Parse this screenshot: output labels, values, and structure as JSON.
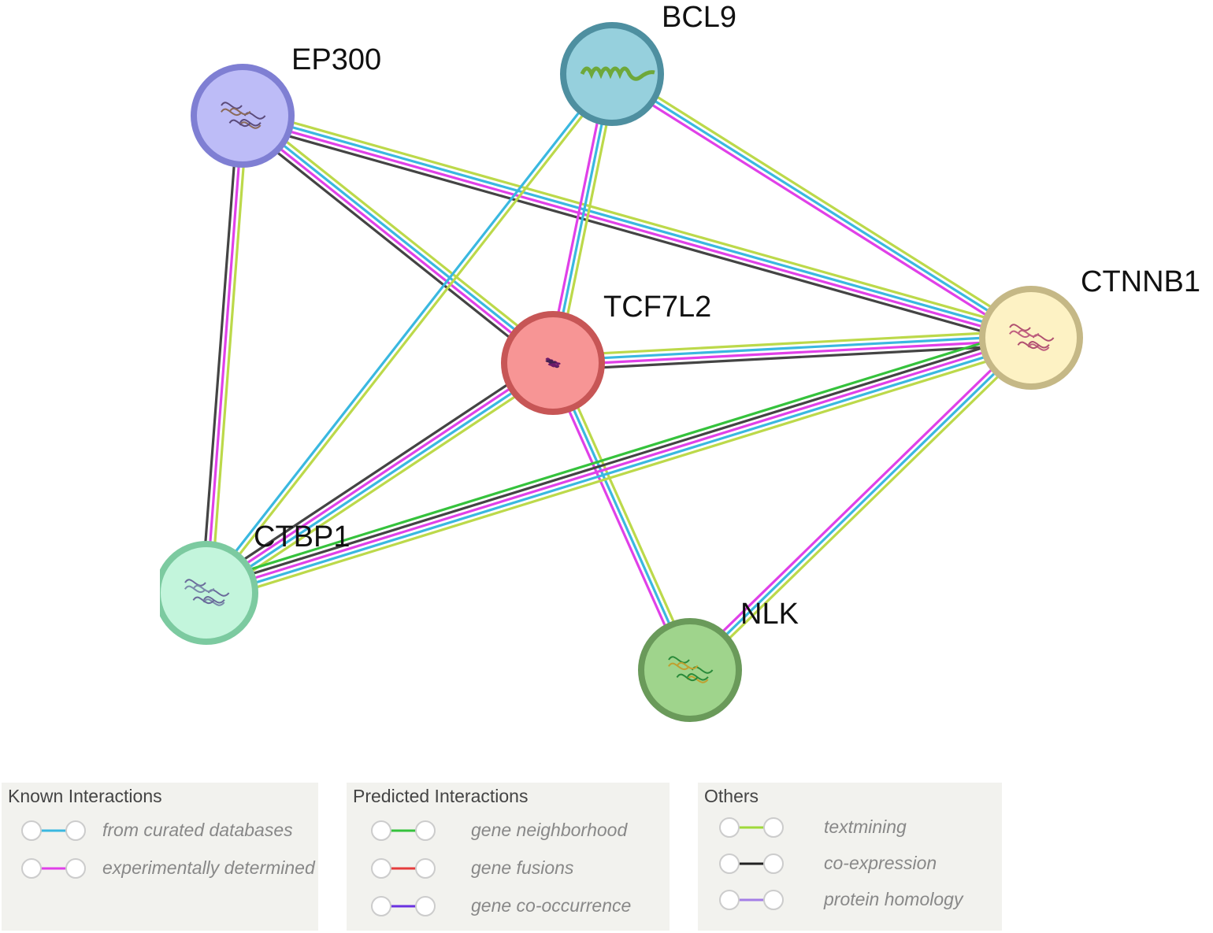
{
  "nodes": [
    {
      "id": "EP300",
      "label": "EP300",
      "fill": "#bdbcf7",
      "stroke": "#7f7fd3",
      "icon": "protein-structure-icon"
    },
    {
      "id": "BCL9",
      "label": "BCL9",
      "fill": "#96d0dd",
      "stroke": "#4e8fa0",
      "icon": "helix-icon"
    },
    {
      "id": "TCF7L2",
      "label": "TCF7L2",
      "fill": "#f79595",
      "stroke": "#c75656",
      "icon": "protein-structure-icon"
    },
    {
      "id": "CTNNB1",
      "label": "CTNNB1",
      "fill": "#fdf2c4",
      "stroke": "#c5b886",
      "icon": "protein-structure-icon"
    },
    {
      "id": "CTBP1",
      "label": "CTBP1",
      "fill": "#c3f5dc",
      "stroke": "#7ccaa0",
      "icon": "protein-structure-icon"
    },
    {
      "id": "NLK",
      "label": "NLK",
      "fill": "#9fd48c",
      "stroke": "#6a9a5a",
      "icon": "protein-structure-icon"
    }
  ],
  "edges": [
    {
      "source": "EP300",
      "target": "CTBP1",
      "types": [
        "textmining",
        "experimental",
        "coexpression"
      ]
    },
    {
      "source": "EP300",
      "target": "TCF7L2",
      "types": [
        "textmining",
        "database",
        "experimental",
        "coexpression"
      ]
    },
    {
      "source": "EP300",
      "target": "CTNNB1",
      "types": [
        "textmining",
        "database",
        "experimental",
        "coexpression"
      ]
    },
    {
      "source": "BCL9",
      "target": "CTBP1",
      "types": [
        "textmining",
        "database"
      ]
    },
    {
      "source": "BCL9",
      "target": "TCF7L2",
      "types": [
        "textmining",
        "database",
        "experimental"
      ]
    },
    {
      "source": "BCL9",
      "target": "CTNNB1",
      "types": [
        "textmining",
        "database",
        "experimental"
      ]
    },
    {
      "source": "TCF7L2",
      "target": "CTNNB1",
      "types": [
        "textmining",
        "database",
        "experimental",
        "coexpression"
      ]
    },
    {
      "source": "TCF7L2",
      "target": "CTBP1",
      "types": [
        "textmining",
        "database",
        "experimental",
        "coexpression"
      ]
    },
    {
      "source": "TCF7L2",
      "target": "NLK",
      "types": [
        "textmining",
        "database",
        "experimental"
      ]
    },
    {
      "source": "CTNNB1",
      "target": "CTBP1",
      "types": [
        "textmining",
        "database",
        "experimental",
        "coexpression",
        "neighborhood"
      ]
    },
    {
      "source": "CTNNB1",
      "target": "NLK",
      "types": [
        "textmining",
        "database",
        "experimental"
      ]
    }
  ],
  "edge_colors": {
    "database": "#3ab8e0",
    "experimental": "#e040e8",
    "neighborhood": "#35c23c",
    "fusion": "#e53d3d",
    "cooccurrence": "#6a32e0",
    "textmining": "#bcd94a",
    "coexpression": "#444444",
    "homology": "#a47ee6"
  },
  "legend": {
    "known": {
      "title": "Known Interactions",
      "items": [
        {
          "label": "from curated databases",
          "color": "#3ab8e0"
        },
        {
          "label": "experimentally determined",
          "color": "#e040e8"
        }
      ]
    },
    "predicted": {
      "title": "Predicted Interactions",
      "items": [
        {
          "label": "gene neighborhood",
          "color": "#35c23c"
        },
        {
          "label": "gene fusions",
          "color": "#e53d3d"
        },
        {
          "label": "gene co-occurrence",
          "color": "#6a32e0"
        }
      ]
    },
    "others": {
      "title": "Others",
      "items": [
        {
          "label": "textmining",
          "color": "#9fd93a"
        },
        {
          "label": "co-expression",
          "color": "#222222"
        },
        {
          "label": "protein homology",
          "color": "#a47ee6"
        }
      ]
    }
  }
}
